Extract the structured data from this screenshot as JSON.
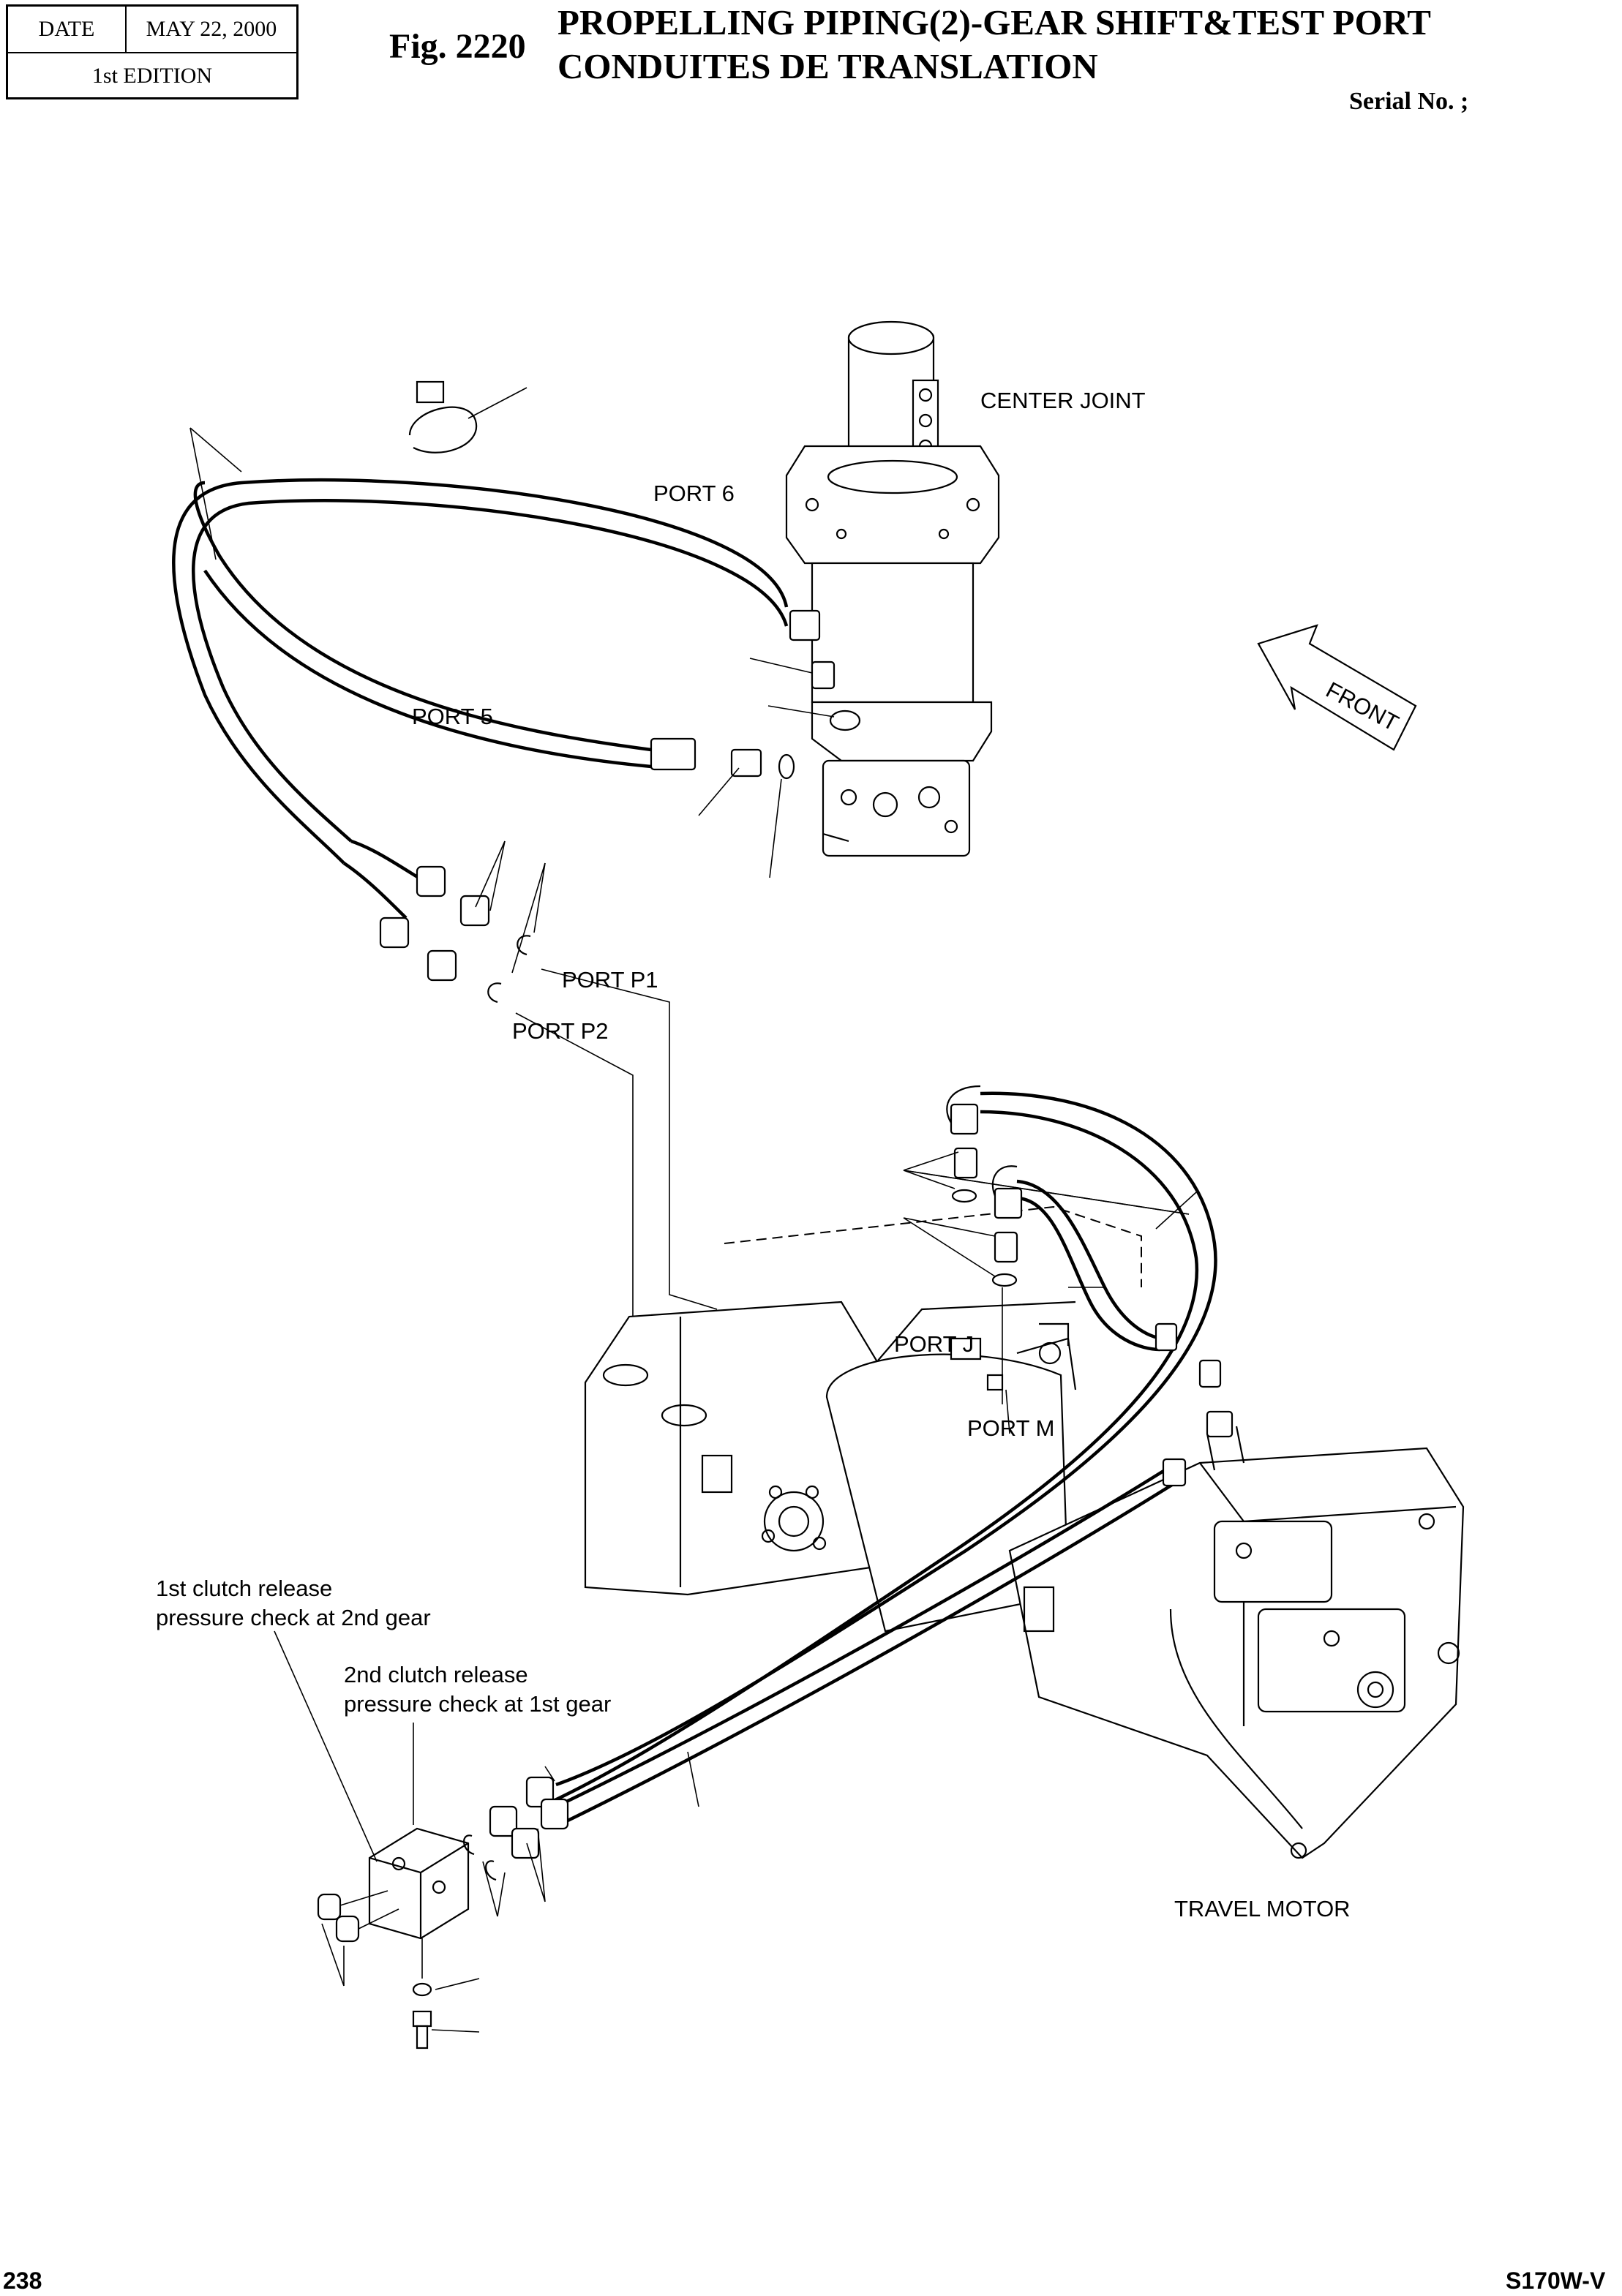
{
  "header": {
    "date_label": "DATE",
    "date_value": "MAY 22, 2000",
    "edition": "1st EDITION",
    "figure_number": "Fig. 2220",
    "title_line1": "PROPELLING PIPING(2)-GEAR SHIFT&TEST PORT",
    "title_line2": "CONDUITES DE TRANSLATION",
    "serial": "Serial No. ;"
  },
  "labels": {
    "center_joint": "CENTER JOINT",
    "port_6": "PORT 6",
    "port_5": "PORT 5",
    "front": "FRONT",
    "port_p1": "PORT P1",
    "port_p2": "PORT P2",
    "port_j": "PORT J",
    "port_m": "PORT M",
    "clutch1_line1": "1st clutch release",
    "clutch1_line2": "pressure check at 2nd gear",
    "clutch2_line1": "2nd clutch release",
    "clutch2_line2": "pressure check at 1st gear",
    "travel_motor": "TRAVEL MOTOR"
  },
  "footer": {
    "page_number": "238",
    "model": "S170W-V"
  }
}
